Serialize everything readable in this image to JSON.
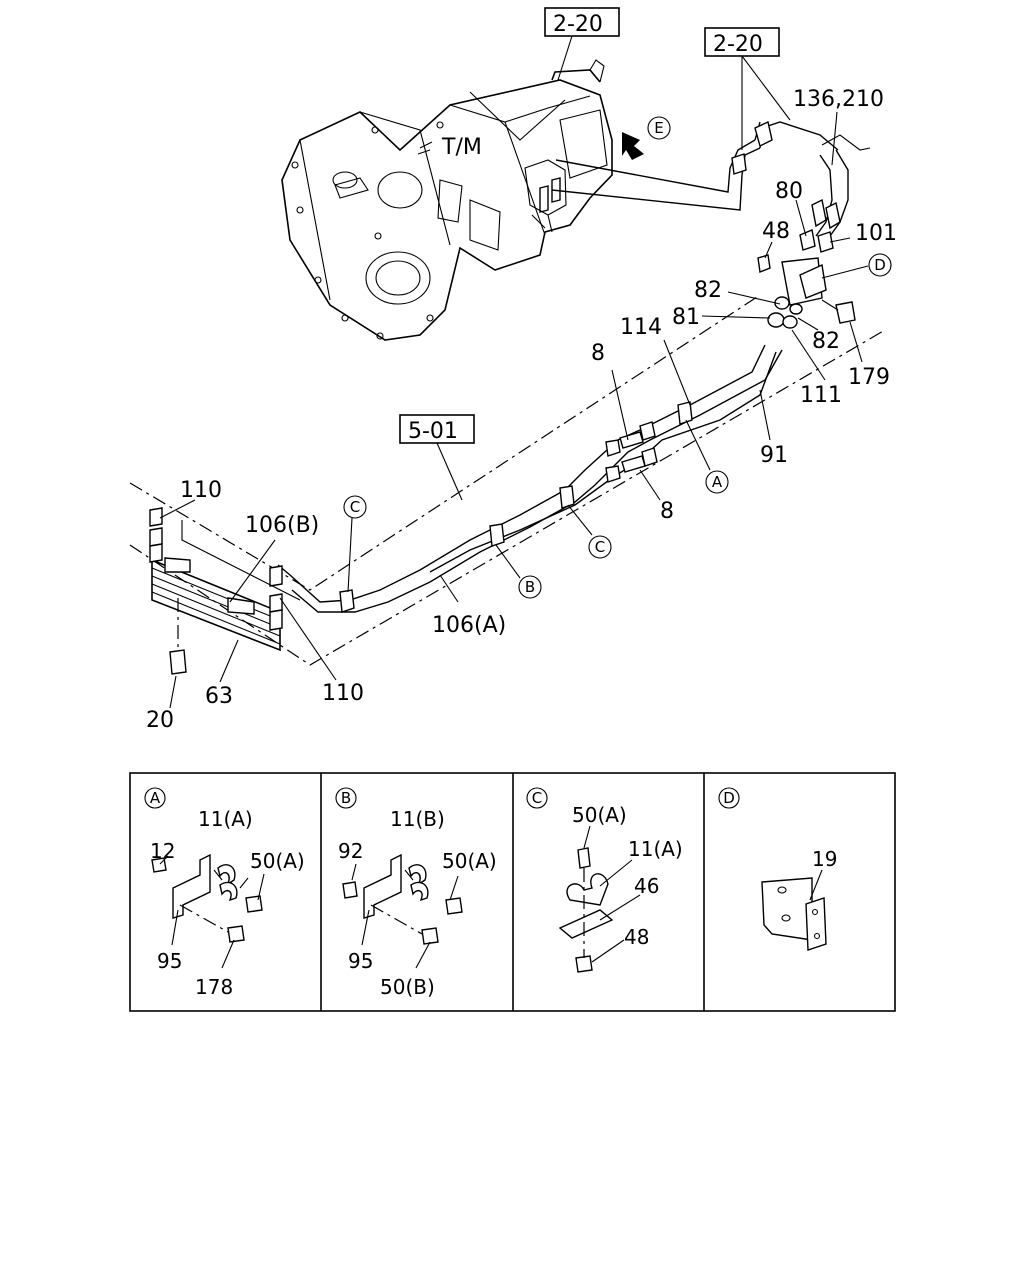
{
  "refs": {
    "ref_top": "2-20",
    "ref_right": "2-20",
    "ref_left": "5-01"
  },
  "main_labels": {
    "tm": "T/M",
    "view_e": "E",
    "p136": "136,210",
    "p80": "80",
    "p101": "101",
    "p48": "48",
    "pD": "D",
    "p82a": "82",
    "p81": "81",
    "p82b": "82",
    "p114": "114",
    "p179": "179",
    "p111": "111",
    "p8a": "8",
    "p91": "91",
    "pA": "A",
    "p8b": "8",
    "p110a": "110",
    "p106b": "106(B)",
    "pC1": "C",
    "pC2": "C",
    "pB": "B",
    "p106a": "106(A)",
    "p110b": "110",
    "p63": "63",
    "p20": "20"
  },
  "details": {
    "A": {
      "tag": "A",
      "l11": "11(A)",
      "l12": "12",
      "l50": "50(A)",
      "l95": "95",
      "l178": "178"
    },
    "B": {
      "tag": "B",
      "l11": "11(B)",
      "l92": "92",
      "l50a": "50(A)",
      "l95": "95",
      "l50b": "50(B)"
    },
    "C": {
      "tag": "C",
      "l50": "50(A)",
      "l11": "11(A)",
      "l46": "46",
      "l48": "48"
    },
    "D": {
      "tag": "D",
      "l19": "19"
    }
  }
}
